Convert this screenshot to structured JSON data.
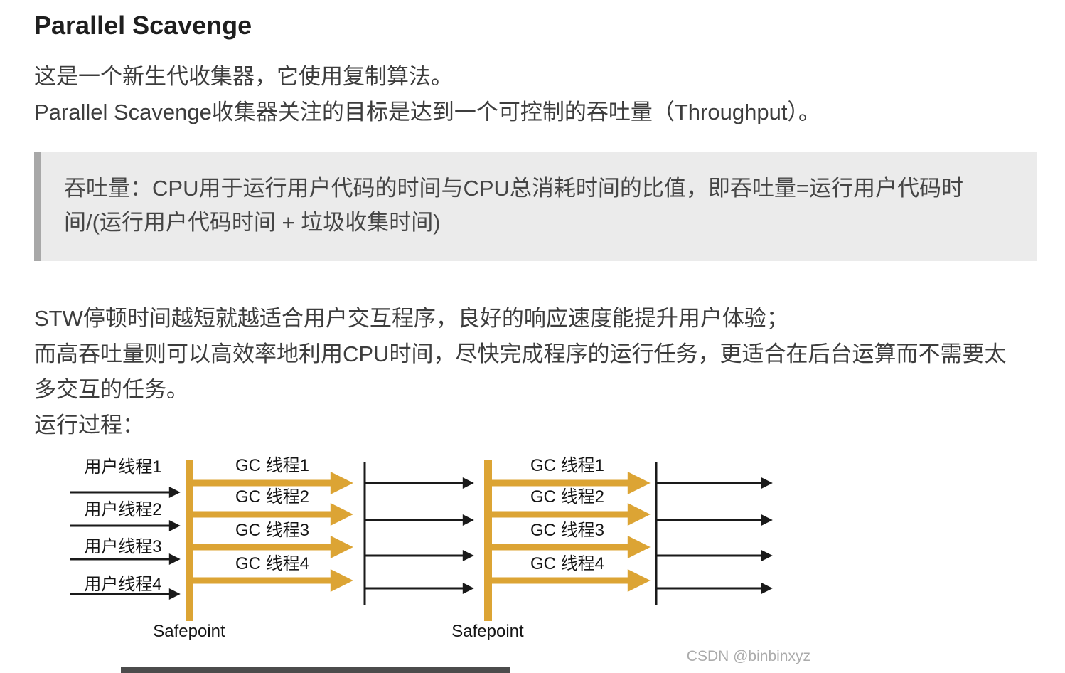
{
  "article": {
    "title": "Parallel Scavenge",
    "intro_line1": "这是一个新生代收集器，它使用复制算法。",
    "intro_line2": "Parallel Scavenge收集器关注的目标是达到一个可控制的吞吐量（Throughput）。",
    "blockquote": "吞吐量：CPU用于运行用户代码的时间与CPU总消耗时间的比值，即吞吐量=运行用户代码时间/(运行用户代码时间 + 垃圾收集时间)",
    "stw_line": "STW停顿时间越短就越适合用户交互程序，良好的响应速度能提升用户体验；",
    "throughput_para": "而高吞吐量则可以高效率地利用CPU时间，尽快完成程序的运行任务，更适合在后台运算而不需要太多交互的任务。",
    "process_label": "运行过程："
  },
  "diagram": {
    "user_threads": [
      "用户线程1",
      "用户线程2",
      "用户线程3",
      "用户线程4"
    ],
    "gc_phase1": [
      "GC 线程1",
      "GC 线程2",
      "GC 线程3",
      "GC 线程4"
    ],
    "gc_phase2": [
      "GC 线程1",
      "GC 线程2",
      "GC 线程3",
      "GC 线程4"
    ],
    "safepoint1": "Safepoint",
    "safepoint2": "Safepoint",
    "watermark": "CSDN @binbinxyz",
    "colors": {
      "gc_orange": "#dca434",
      "thread_black": "#1a1a1a"
    }
  }
}
